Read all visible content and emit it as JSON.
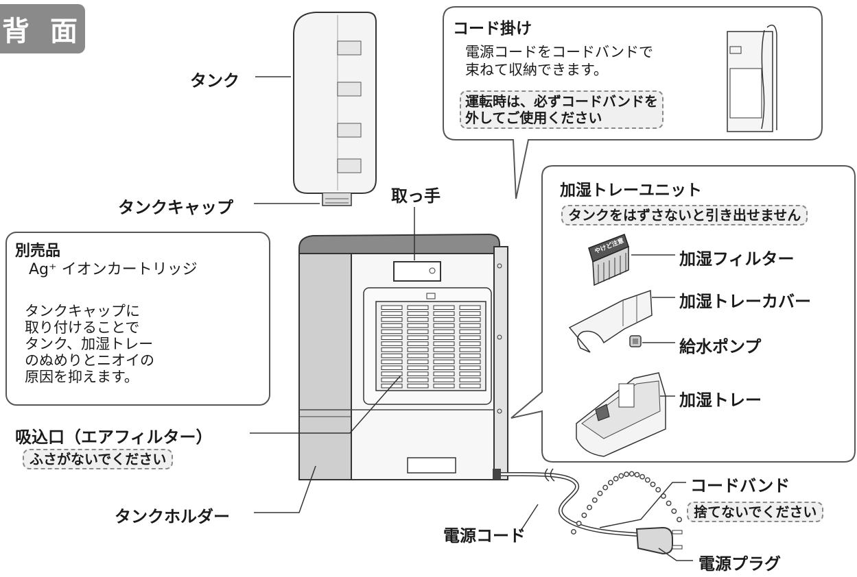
{
  "header": {
    "badge": "背 面"
  },
  "labels": {
    "tank": "タンク",
    "tank_cap": "タンクキャップ",
    "handle": "取っ手",
    "intake": "吸込口（エアフィルター）",
    "tank_holder": "タンクホルダー",
    "power_cord": "電源コード",
    "cord_band": "コードバンド",
    "power_plug": "電源プラグ"
  },
  "notes": {
    "intake": "ふさがないでください",
    "cord_band": "捨てないでください"
  },
  "cord_hook": {
    "title": "コード掛け",
    "text_line1": "電源コードをコードバンドで",
    "text_line2": "束ねて収納できます。",
    "warning_line1": "運転時は、必ずコードバンドを",
    "warning_line2": "外してご使用ください"
  },
  "sold_separately": {
    "title": "別売品",
    "product": "Ag⁺ イオンカートリッジ",
    "desc_line1": "タンクキャップに",
    "desc_line2": "取り付けることで",
    "desc_line3": "タンク、加湿トレー",
    "desc_line4": "のぬめりとニオイの",
    "desc_line5": "原因を抑えます。"
  },
  "humid_tray_unit": {
    "title": "加湿トレーユニット",
    "warning": "タンクをはずさないと引き出せません",
    "parts": [
      "加湿フィルター",
      "加湿トレーカバー",
      "給水ポンプ",
      "加湿トレー"
    ],
    "filter_print": "やけど注意"
  }
}
